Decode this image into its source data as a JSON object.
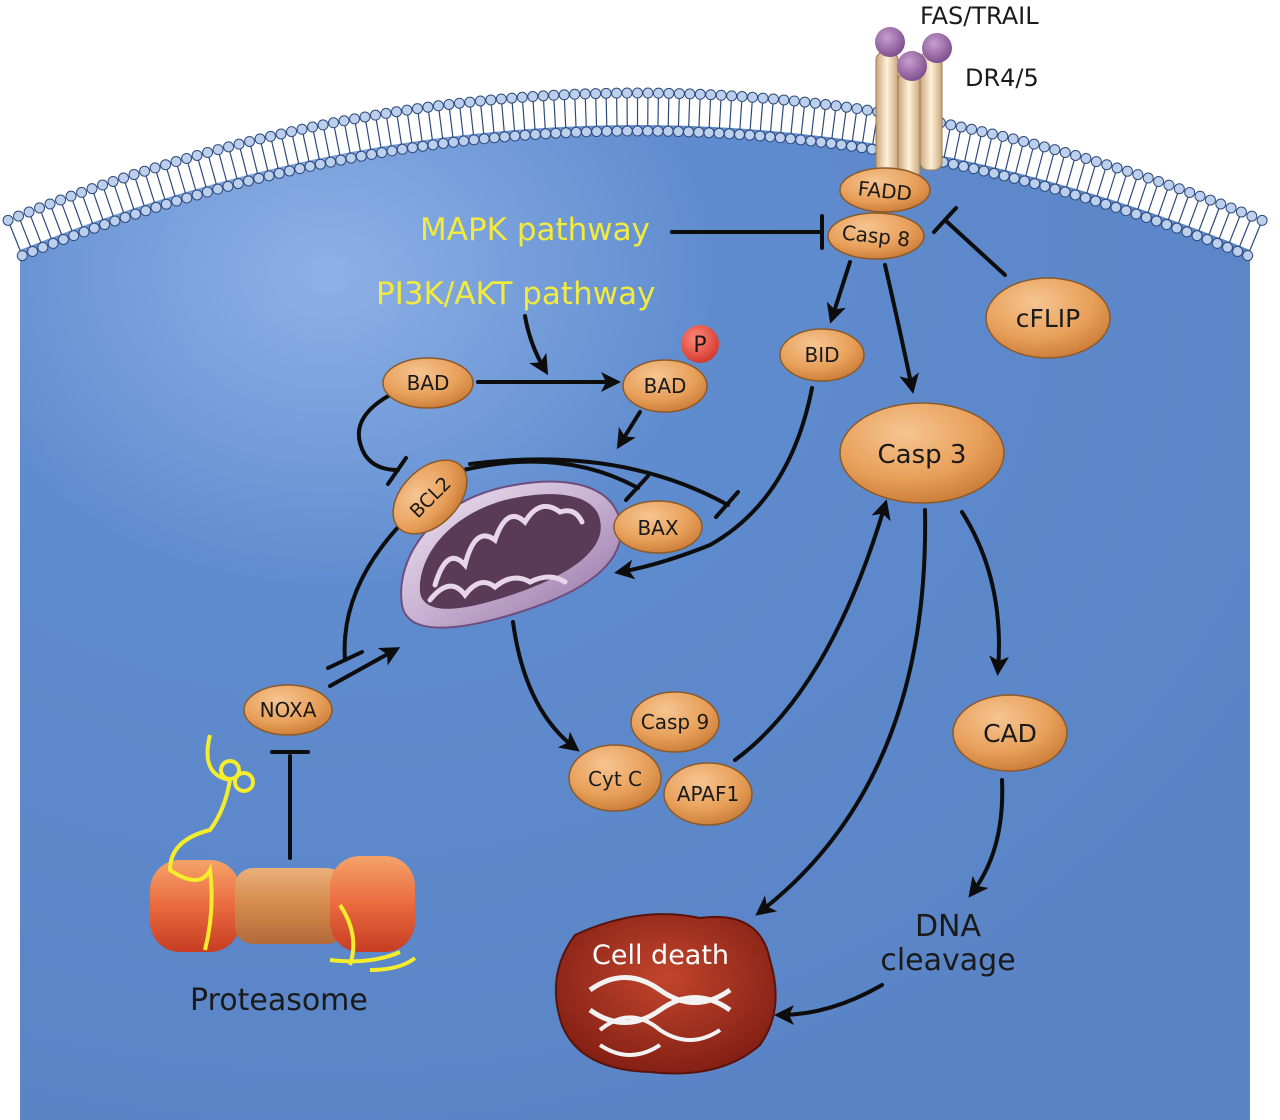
{
  "receptors": {
    "ligand_label": "FAS/TRAIL",
    "receptor_label": "DR4/5"
  },
  "pathways": {
    "mapk": "MAPK pathway",
    "pi3k": "PI3K/AKT pathway"
  },
  "nodes": {
    "fadd": "FADD",
    "casp8": "Casp 8",
    "cflip": "cFLIP",
    "bid": "BID",
    "bad": "BAD",
    "bad_p": "BAD",
    "phospho": "P",
    "bcl2": "BCL2",
    "bax": "BAX",
    "casp3": "Casp 3",
    "noxa": "NOXA",
    "casp9": "Casp 9",
    "cytc": "Cyt C",
    "apaf1": "APAF1",
    "cad": "CAD"
  },
  "outcomes": {
    "cell_death": "Cell death",
    "dna_cleavage_line1": "DNA",
    "dna_cleavage_line2": "cleavage",
    "proteasome": "Proteasome"
  },
  "colors": {
    "cytoplasm": "#5b86c9",
    "node": "#e9a15c",
    "pathway_text": "#f2ea3c",
    "cell_death": "#a32818",
    "phospho": "#e64a3c"
  }
}
